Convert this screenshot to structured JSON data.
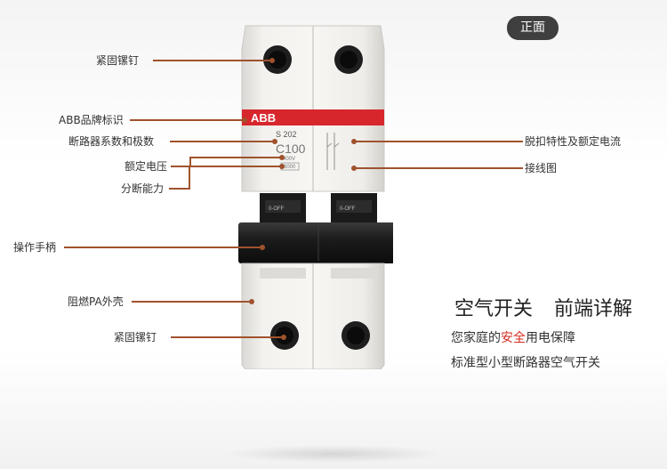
{
  "badge": {
    "label": "正面"
  },
  "callouts": {
    "screw_top": "紧固镙钉",
    "abb_logo": "ABB品牌标识",
    "series_poles": "断路器系数和极数",
    "rated_voltage": "额定电压",
    "breaking_capacity": "分断能力",
    "handle": "操作手柄",
    "housing": "阻燃PA外壳",
    "screw_bottom": "紧固镙钉",
    "trip_rating": "脱扣特性及额定电流",
    "wiring": "接线图"
  },
  "device": {
    "brand": "ABB",
    "model": "S 202",
    "rating": "C100",
    "voltage": "400V",
    "capacity": "6000",
    "switch_left": "0-OFF",
    "switch_right": "0-OFF",
    "colors": {
      "brand_red": "#d8262d",
      "housing": "#ecebe7",
      "handle": "#1b1b1b"
    }
  },
  "headline": {
    "title_main": "空气开关",
    "title_detail": "前端详解",
    "line1_a": "您家庭的",
    "line1_accent": "安全",
    "line1_b": "用电保障",
    "line2": "标准型小型断路器空气开关"
  },
  "colors": {
    "leader": "#a0522d",
    "accent": "#d62b20",
    "badge_bg": "#3f3f3f"
  }
}
